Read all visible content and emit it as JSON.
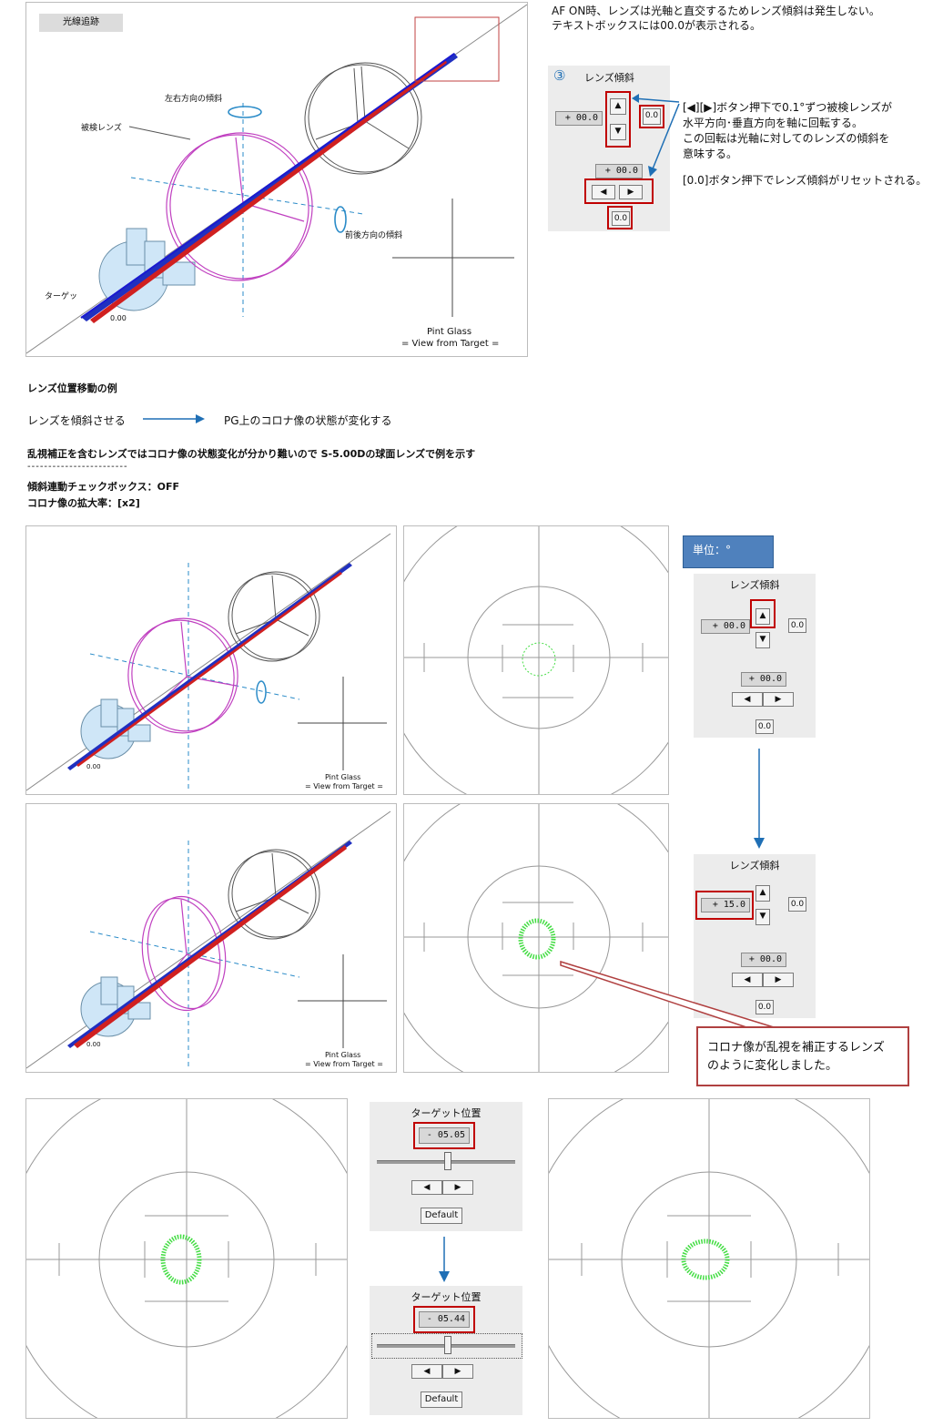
{
  "top": {
    "tracing_label": "光線追跡",
    "lr_tilt": "左右方向の傾斜",
    "fb_tilt": "前後方向の傾斜",
    "lens_label": "被検レンズ",
    "target_label": "ターゲッ",
    "target_value": "0.00",
    "pint_glass_1": "Pint Glass",
    "pint_glass_2": "= View from Target ="
  },
  "af_note": {
    "line1": "AF ON時、レンズは光軸と直交するためレンズ傾斜は発生しない。",
    "line2": "テキストボックスには00.0が表示される。"
  },
  "tilt_panel": {
    "number": "③",
    "title": "レンズ傾斜",
    "value_main": "+ 00.0",
    "value_sub": "+ 00.0",
    "reset": "0.0",
    "up": "▲",
    "down": "▼",
    "left": "◀",
    "right": "▶"
  },
  "tilt_note": {
    "line1": "[◀][▶]ボタン押下で0.1°ずつ被検レンズが",
    "line2": "水平方向･垂直方向を軸に回転する。",
    "line3": "この回転は光軸に対してのレンズの傾斜を",
    "line4": "意味する。",
    "line5": "[0.0]ボタン押下でレンズ傾斜がリセットされる。"
  },
  "section": {
    "heading": "レンズ位置移動の例",
    "flow_left": "レンズを傾斜させる",
    "flow_right": "PG上のコロナ像の状態が変化する",
    "explain": "乱視補正を含むレンズではコロナ像の状態変化が分かり難いので S-5.00Dの球面レンズで例を示す",
    "dashes": "------------------------",
    "checkbox_line": "傾斜連動チェックボックス：OFF",
    "zoom_line": "コロナ像の拡大率：[x2]"
  },
  "unit_badge": "単位：°",
  "tilt_panels": [
    {
      "title": "レンズ傾斜",
      "value_main": "+ 00.0",
      "value_sub": "+ 00.0",
      "reset": "0.0"
    },
    {
      "title": "レンズ傾斜",
      "value_main": "+ 15.0",
      "value_sub": "+ 00.0",
      "reset": "0.0"
    }
  ],
  "callout": {
    "line1": "コロナ像が乱視を補正するレンズ",
    "line2": "のように変化しました。"
  },
  "target_panels": [
    {
      "title": "ターゲット位置",
      "value": "- 05.05",
      "default": "Default",
      "slider_fraction": 0.52
    },
    {
      "title": "ターゲット位置",
      "value": "- 05.44",
      "default": "Default",
      "slider_fraction": 0.52
    }
  ],
  "small_labels": {
    "pint_glass_1": "Pint Glass",
    "pint_glass_2": "= View from Target =",
    "zero": "0.00"
  },
  "colors": {
    "accent_red": "#c00000",
    "arrow_blue": "#1f6fb5",
    "lens_magenta": "#c040c0",
    "corona_green": "#44dd44",
    "badge_blue": "#4f81bd",
    "callout_border": "#b04040"
  }
}
